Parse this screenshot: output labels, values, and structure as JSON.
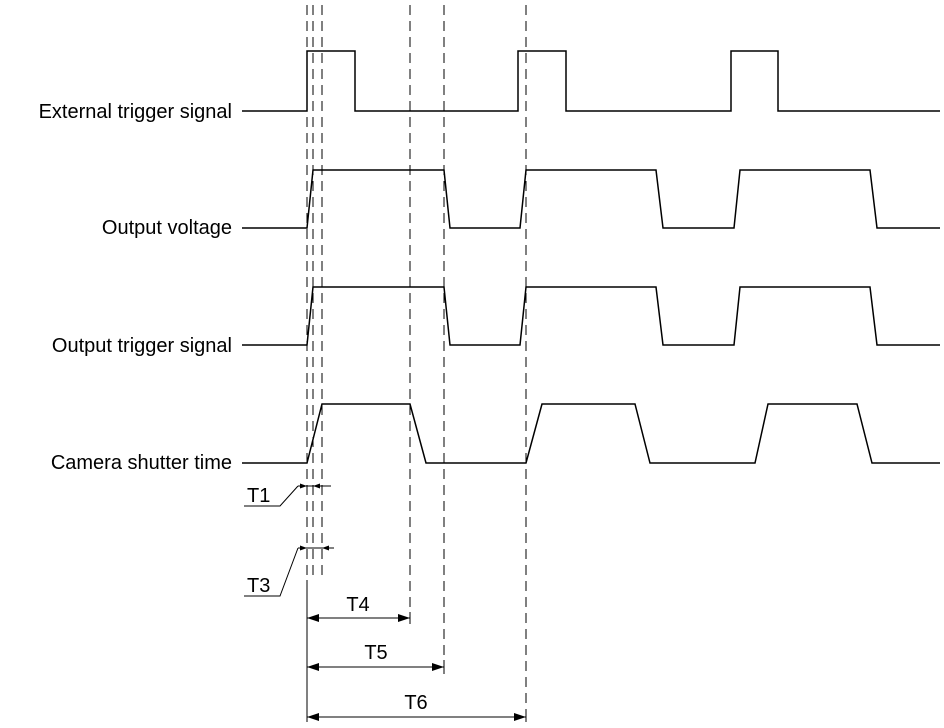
{
  "signals": [
    {
      "id": "external",
      "label": "External trigger signal"
    },
    {
      "id": "voltage",
      "label": "Output voltage"
    },
    {
      "id": "trigger",
      "label": "Output trigger signal"
    },
    {
      "id": "shutter",
      "label": "Camera shutter time"
    }
  ],
  "timings": {
    "t1": "T1",
    "t3": "T3",
    "t4": "T4",
    "t5": "T5",
    "t6": "T6"
  }
}
